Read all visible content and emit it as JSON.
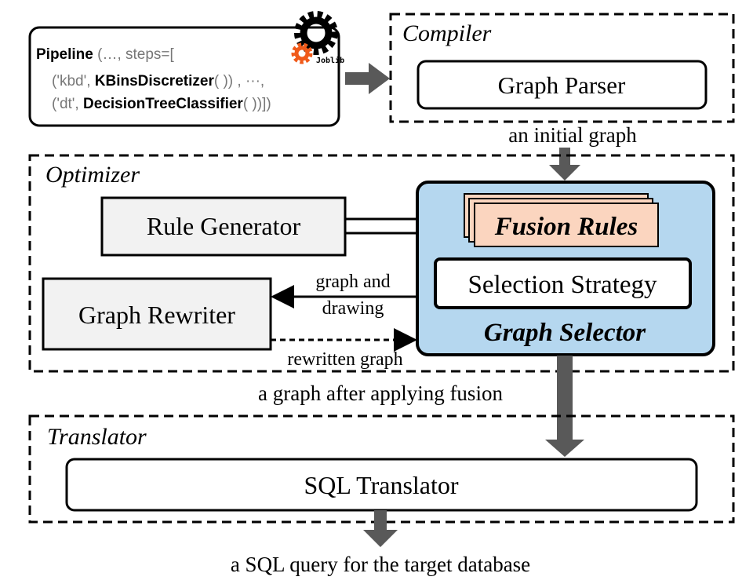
{
  "pipeline": {
    "line1_bold": "Pipeline",
    "line1_rest": " (…, steps=[",
    "line2_pre": "('kbd', ",
    "line2_bold": "KBinsDiscretizer",
    "line2_post": "(  )) , ···,",
    "line3_pre": "('dt', ",
    "line3_bold": "DecisionTreeClassifier",
    "line3_post": "( ))])",
    "logo_text": "Joblib"
  },
  "compiler": {
    "label": "Compiler",
    "graph_parser": "Graph Parser"
  },
  "edges": {
    "initial_graph": "an initial graph",
    "graph_and": "graph and",
    "drawing": "drawing",
    "rewritten_graph": "rewritten graph",
    "after_fusion": "a graph after applying fusion",
    "sql_query": "a SQL query for the target database"
  },
  "optimizer": {
    "label": "Optimizer",
    "rule_generator": "Rule Generator",
    "graph_rewriter": "Graph Rewriter",
    "fusion_rules": "Fusion Rules",
    "selection_strategy": "Selection Strategy",
    "graph_selector": "Graph Selector"
  },
  "translator": {
    "label": "Translator",
    "sql_translator": "SQL Translator"
  },
  "colors": {
    "selector_fill": "#b5d7ef",
    "fusion_fill": "#fbd5bf",
    "box_gray": "#f2f2f2",
    "arrow": "#595959",
    "joblib_orange": "#f05a1a"
  }
}
